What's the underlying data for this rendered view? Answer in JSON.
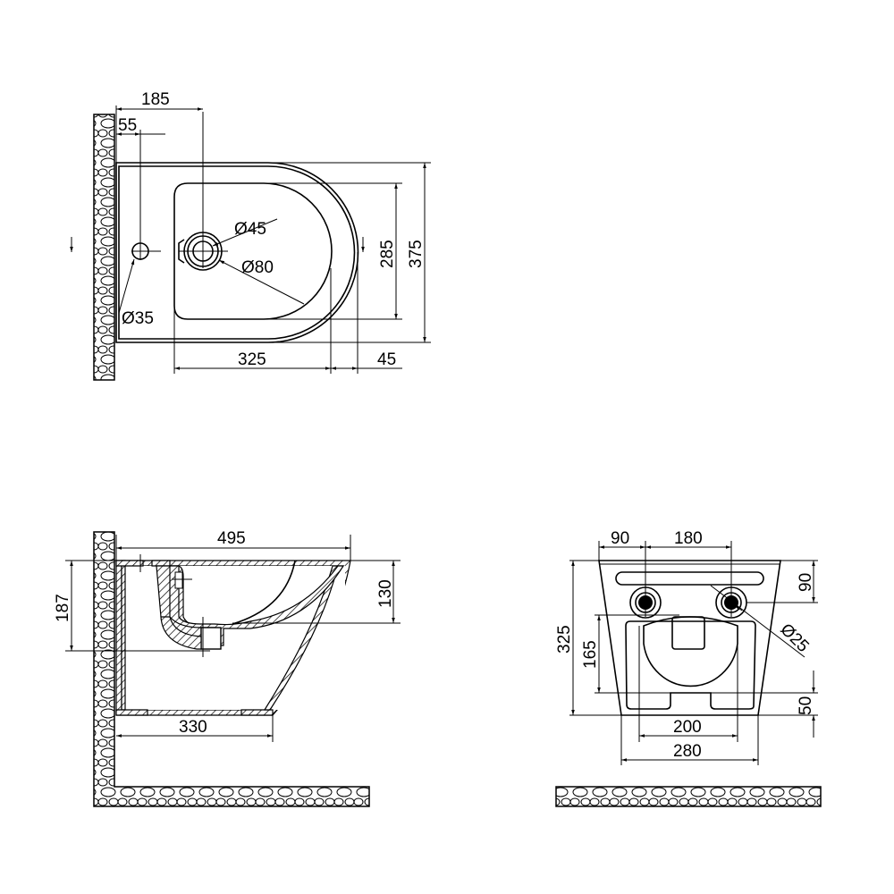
{
  "top_view": {
    "dims": {
      "d185": "185",
      "d55": "55",
      "d45dia": "Ø45",
      "d80dia": "Ø80",
      "d35dia": "Ø35",
      "d285": "285",
      "d375": "375",
      "d325": "325",
      "d45": "45"
    }
  },
  "side_view": {
    "dims": {
      "d495": "495",
      "d130": "130",
      "d187": "187",
      "d330": "330"
    }
  },
  "front_view": {
    "dims": {
      "d90a": "90",
      "d180": "180",
      "d90b": "90",
      "d325": "325",
      "d165": "165",
      "d25dia": "Ø25",
      "d50": "50",
      "d200": "200",
      "d280": "280"
    }
  },
  "colors": {
    "line": "#000000",
    "background": "#ffffff"
  }
}
